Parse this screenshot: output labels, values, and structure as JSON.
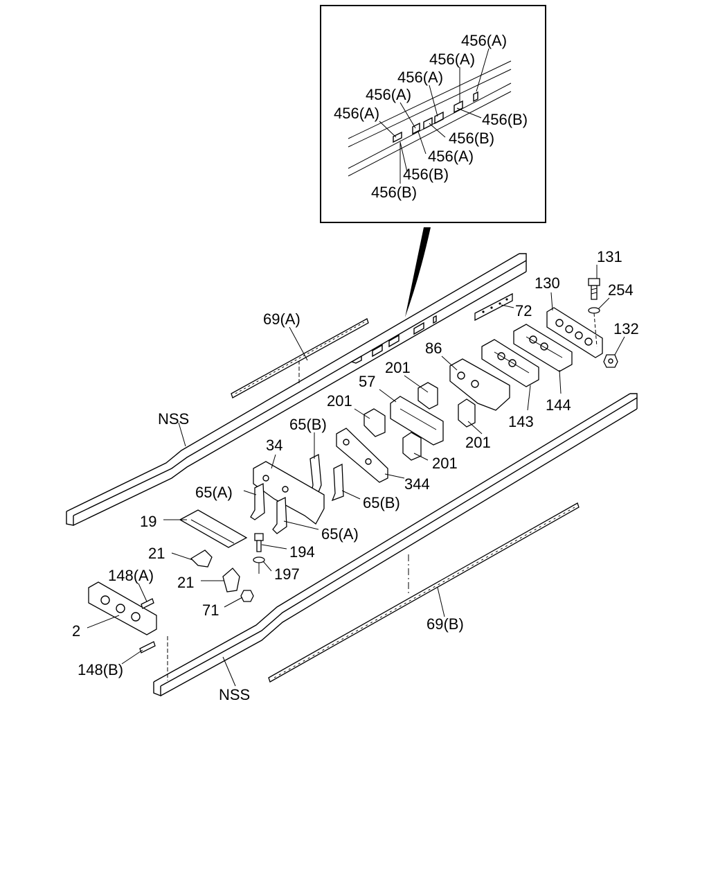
{
  "inset": {
    "labels": {
      "a1": "456(A)",
      "a2": "456(A)",
      "a3": "456(A)",
      "a4": "456(A)",
      "a5": "456(A)",
      "a6": "456(A)",
      "b1": "456(B)",
      "b2": "456(B)",
      "b3": "456(B)",
      "b4": "456(B)"
    }
  },
  "parts": {
    "p131": "131",
    "p130": "130",
    "p254": "254",
    "p132": "132",
    "p72": "72",
    "p69a": "69(A)",
    "p86": "86",
    "p201a": "201",
    "p57": "57",
    "p201b": "201",
    "p201c": "201",
    "p201d": "201",
    "p144": "144",
    "p143": "143",
    "p65b1": "65(B)",
    "p34": "34",
    "p344": "344",
    "p65a1": "65(A)",
    "p65b2": "65(B)",
    "p65a2": "65(A)",
    "p19": "19",
    "p194": "194",
    "p21a": "21",
    "p197": "197",
    "p21b": "21",
    "p148a": "148(A)",
    "p71": "71",
    "p2": "2",
    "p148b": "148(B)",
    "p69b": "69(B)",
    "nss1": "NSS",
    "nss2": "NSS"
  }
}
